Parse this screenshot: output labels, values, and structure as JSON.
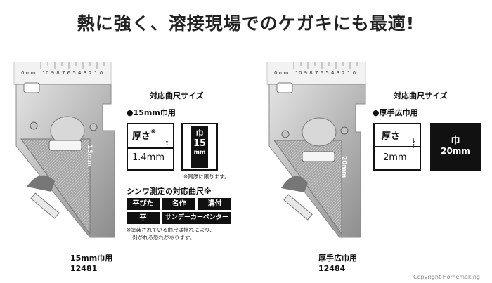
{
  "headline": "熱に強く、溶接現場でのケガキにも最適!",
  "left": {
    "section_title": "対応曲尺サイズ",
    "spec_label": "●15mm巾用",
    "thickness_label": "厚さ",
    "thickness_mark": "※",
    "thickness_value": "1.4mm",
    "width_label": "巾",
    "width_value": "15",
    "width_unit": "mm",
    "note": "※同厚に限ります。",
    "compat_title": "シンワ測定の対応曲尺※",
    "compat_tags": [
      "平ぴた",
      "名作",
      "溝付",
      "平",
      "サンデーカーペンター"
    ],
    "warning_line1": "※塗装されている曲尺は擦れにより、",
    "warning_line2": "剥がれる恐れがあります。",
    "caption_name": "15mm巾用",
    "caption_code": "12481",
    "tool_width_mark": "15mm",
    "scale_unit": "0 mm",
    "scale_numbers": "10 9 8 7 6 5 4 3 2 1 0"
  },
  "right": {
    "section_title": "対応曲尺サイズ",
    "spec_label": "●厚手広巾用",
    "thickness_label": "厚さ",
    "thickness_value": "2mm",
    "width_label": "巾",
    "width_value": "20mm",
    "caption_name": "厚手広巾用",
    "caption_code": "12484",
    "tool_width_mark": "20mm",
    "scale_unit": "0 mm",
    "scale_numbers": "10 9 8 7 6 5 4 3 2 1 0"
  },
  "copyright": "Copyright Homemaking"
}
